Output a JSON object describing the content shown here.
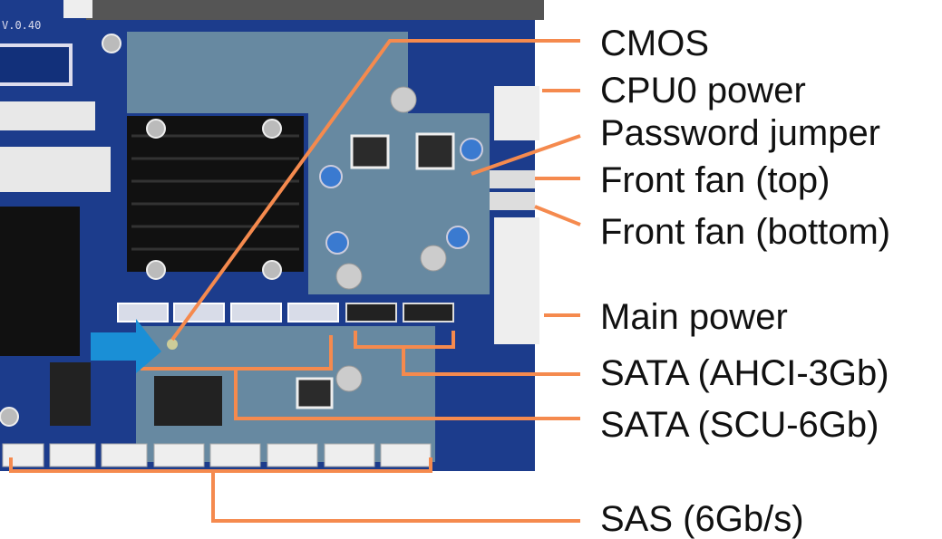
{
  "board_text": "V.0.40",
  "labels": {
    "cmos": "CMOS",
    "cpu0_power": "CPU0 power",
    "password_jumper": "Password jumper",
    "front_fan_top": "Front fan (top)",
    "front_fan_bottom": "Front fan (bottom)",
    "main_power": "Main power",
    "sata_ahci": "SATA (AHCI-3Gb)",
    "sata_scu": "SATA (SCU-6Gb)",
    "sas": "SAS (6Gb/s)"
  },
  "colors": {
    "leader": "#f58a4e",
    "arrow": "#1a8fd6",
    "pcb": "#1c3c8c"
  }
}
